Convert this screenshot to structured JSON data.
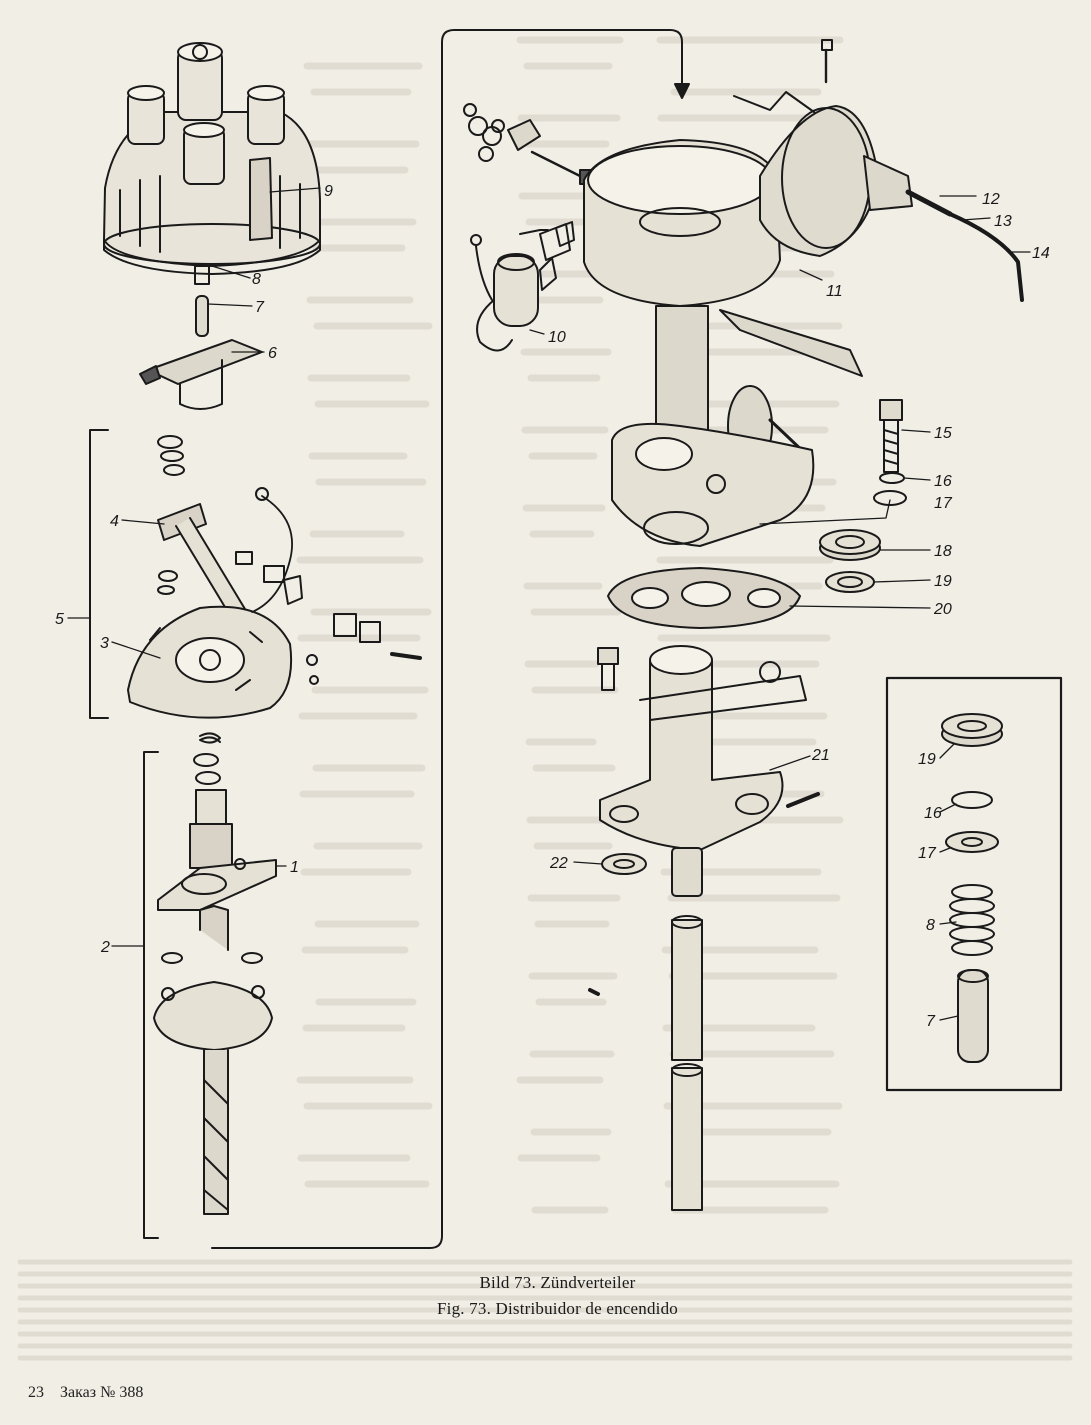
{
  "figure": {
    "caption_de": "Bild 73. Zündverteiler",
    "caption_es": "Fig. 73. Distribuidor de encendido"
  },
  "footer": {
    "page_number": "23",
    "order_label": "Заказ № 388"
  },
  "part_labels": [
    "9",
    "8",
    "7",
    "6",
    "4",
    "5",
    "3",
    "2",
    "1",
    "10",
    "11",
    "12",
    "13",
    "14",
    "15",
    "16",
    "17",
    "18",
    "19",
    "20",
    "21",
    "22",
    "19",
    "16",
    "17",
    "8",
    "7"
  ],
  "colors": {
    "paper": "#f1eee6",
    "ink": "#1a1a1a",
    "bleed_text": "#c9c4b8"
  }
}
